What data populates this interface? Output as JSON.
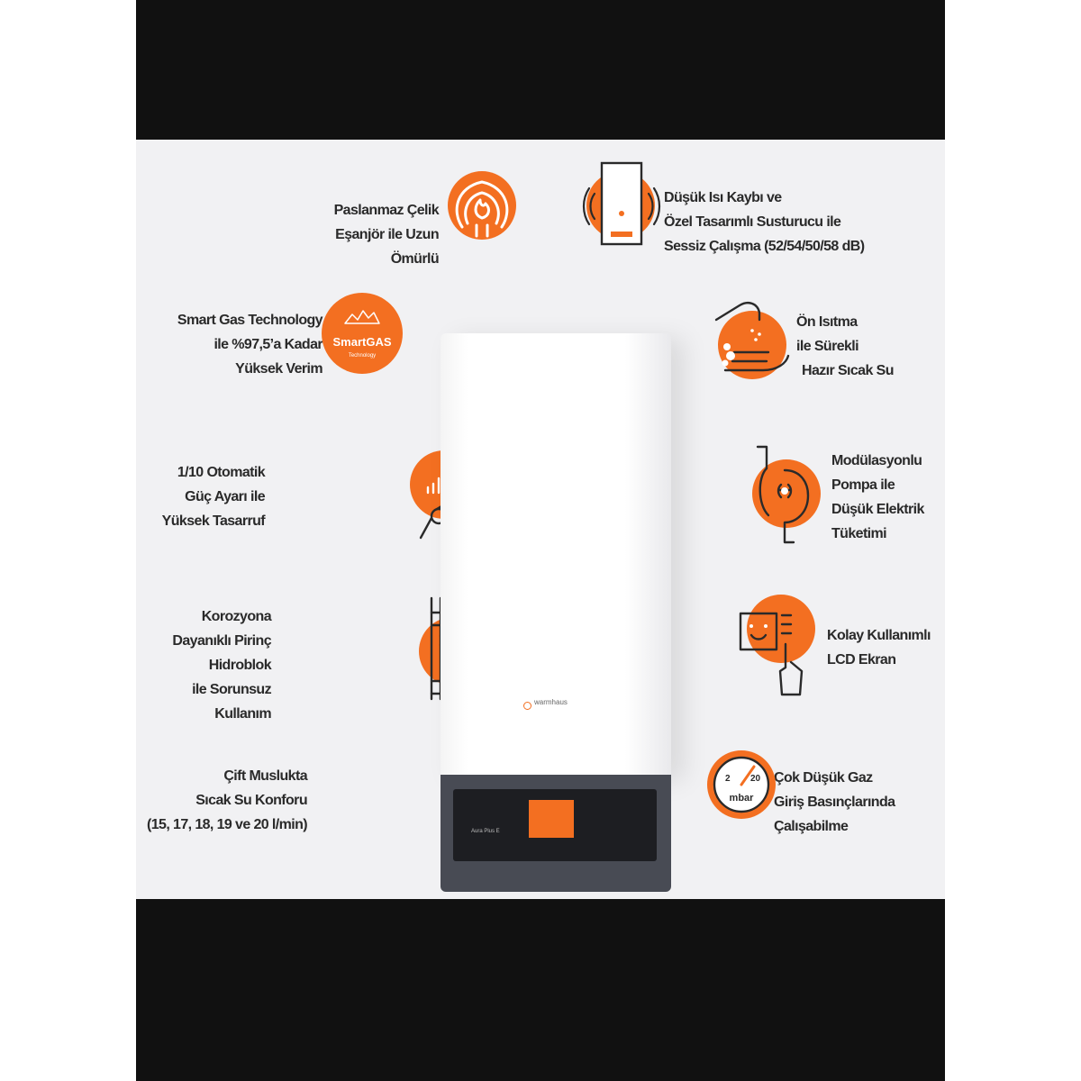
{
  "features": {
    "steel_exchanger": [
      "Paslanmaz Çelik",
      "Eşanjör ile Uzun",
      "Ömürlü"
    ],
    "smart_gas": [
      "Smart Gas Technology",
      "ile %97,5’a Kadar",
      "Yüksek Verim"
    ],
    "power_ratio": [
      "1/10 Otomatik",
      "Güç Ayarı ile",
      "Yüksek Tasarruf"
    ],
    "brass_hydroblock": [
      "Korozyona",
      "Dayanıklı Pirinç",
      "Hidroblok",
      "ile Sorunsuz",
      "Kullanım"
    ],
    "dual_tap": [
      "Çift Muslukta",
      "Sıcak Su Konforu",
      "(15, 17, 18, 19 ve 20 l/min)"
    ],
    "silent_operation": [
      "Düşük Isı Kaybı ve",
      "Özel Tasarımlı Susturucu ile",
      "Sessiz Çalışma (52/54/50/58 dB)"
    ],
    "preheating": [
      "Ön Isıtma",
      "ile Sürekli",
      "Hazır Sıcak Su"
    ],
    "modulating_pump": [
      "Modülasyonlu",
      "Pompa ile",
      "Düşük Elektrik",
      "Tüketimi"
    ],
    "lcd_screen": [
      "Kolay Kullanımlı",
      "LCD Ekran"
    ],
    "low_gas_pressure": [
      "Çok Düşük Gaz",
      "Giriş Basınçlarında",
      "Çalışabilme"
    ]
  },
  "smart_gas_badge": {
    "brand": "SmartGAS",
    "sub": "Technology"
  },
  "gauge": {
    "low": "2",
    "high": "20",
    "unit": "mbar"
  },
  "boiler": {
    "brand": "warmhaus",
    "model": "Aura Plus E"
  },
  "colors": {
    "accent": "#f36f21",
    "text": "#2a2a2a",
    "panel_bg": "#f1f1f3",
    "frame": "#111111"
  },
  "icons": {
    "steel_exchanger": "flame-exchanger-icon",
    "smart_gas": "smartgas-badge-icon",
    "power_ratio": "power-level-hand-icon",
    "brass_hydroblock": "pipes-icon",
    "dual_tap": "faucet-shower-icon",
    "silent_operation": "boiler-sound-icon",
    "preheating": "faucet-hands-icon",
    "modulating_pump": "pump-fan-icon",
    "lcd_screen": "lcd-screen-touch-icon",
    "low_gas_pressure": "pressure-gauge-icon"
  }
}
